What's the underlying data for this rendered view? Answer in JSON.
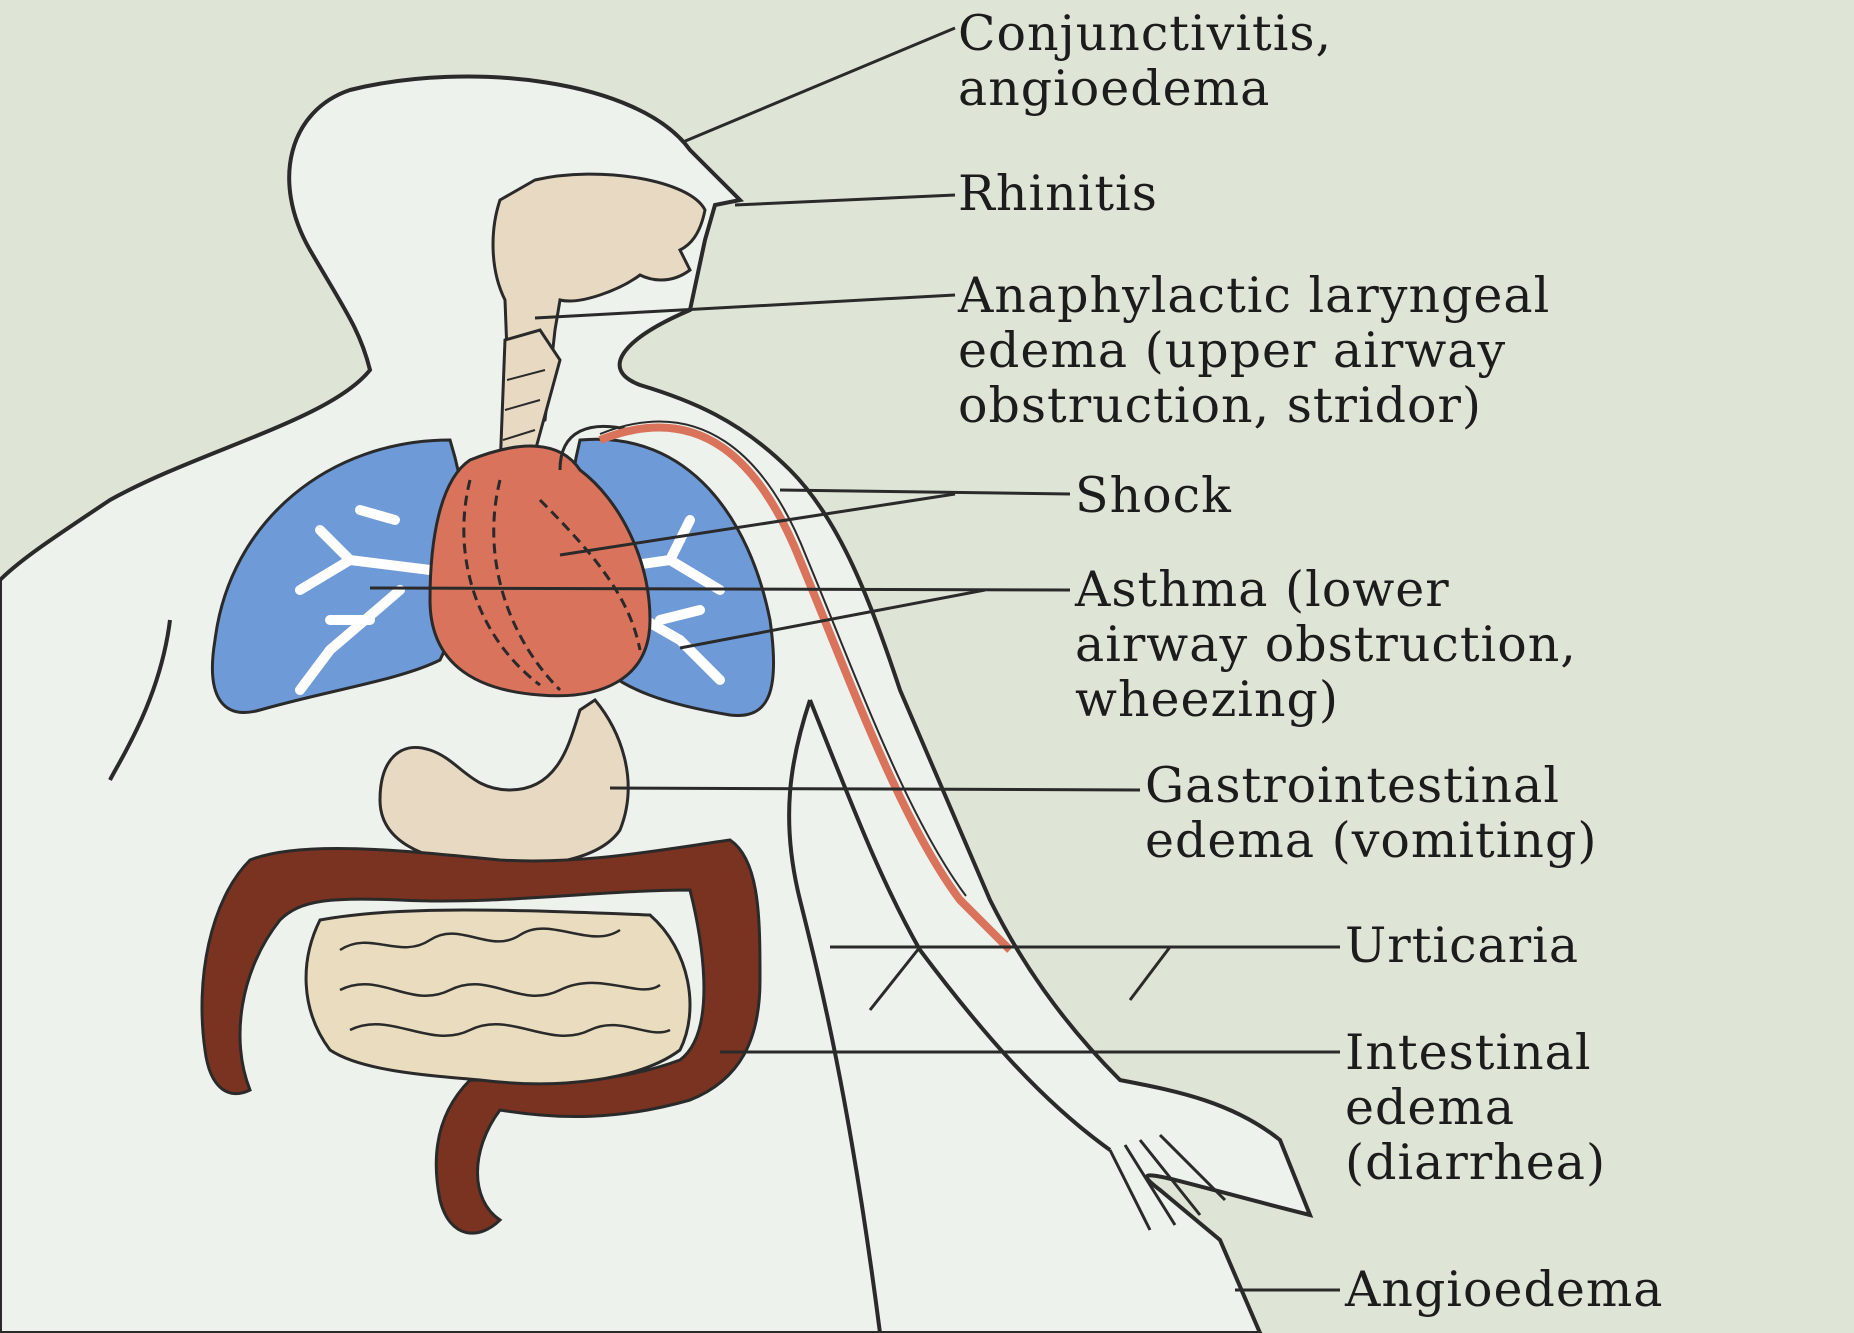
{
  "labels": {
    "conjunctivitis": [
      "Conjunctivitis,",
      "angioedema"
    ],
    "rhinitis": [
      "Rhinitis"
    ],
    "laryngeal": [
      "Anaphylactic laryngeal",
      "edema (upper airway",
      "obstruction, stridor)"
    ],
    "shock": [
      "Shock"
    ],
    "asthma": [
      "Asthma (lower",
      "airway obstruction,",
      "wheezing)"
    ],
    "gastrointestinal": [
      "Gastrointestinal",
      "edema (vomiting)"
    ],
    "urticaria": [
      "Urticaria"
    ],
    "intestinal": [
      "Intestinal",
      "edema",
      "(diarrhea)"
    ],
    "angioedema": [
      "Angioedema"
    ]
  },
  "colors": {
    "background": "#dfe5d6",
    "body": "#edf2ed",
    "outline": "#2a2a2a",
    "airway": "#e8d9c2",
    "lungs": "#6f9ad8",
    "heart": "#d9735c",
    "colon": "#7a3320",
    "small_intestine": "#eadcbf",
    "stomach": "#e8d9c2"
  }
}
